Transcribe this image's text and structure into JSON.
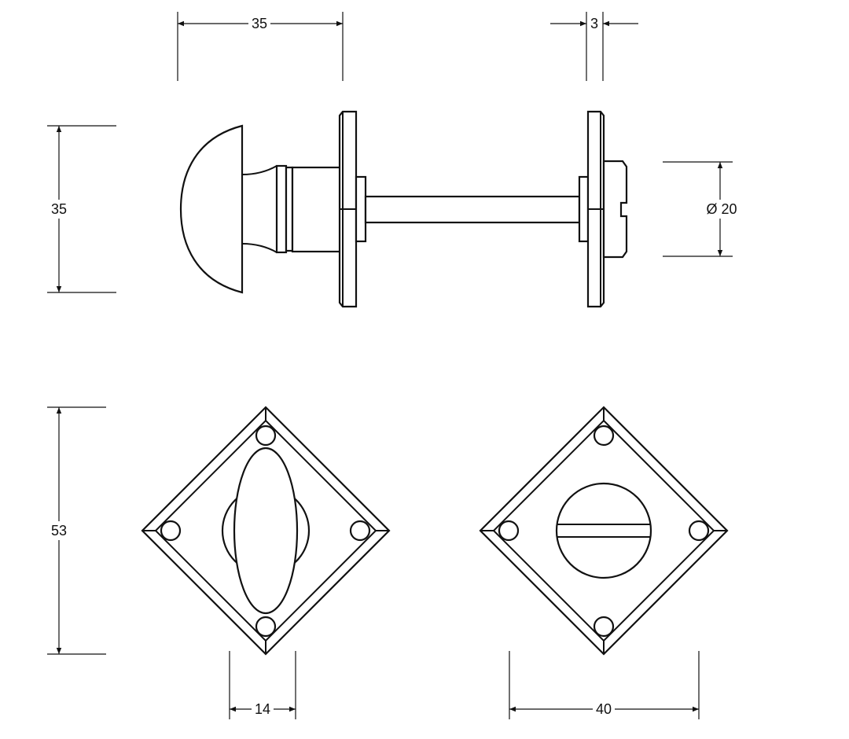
{
  "drawing": {
    "dimensions": {
      "knob_length": "35",
      "rose_thickness": "3",
      "rose_height": "35",
      "screw_diameter": "Ø 20",
      "plate_height": "53",
      "turn_width": "14",
      "plate_width": "40"
    },
    "line_color": "#111111",
    "background": "#ffffff"
  }
}
